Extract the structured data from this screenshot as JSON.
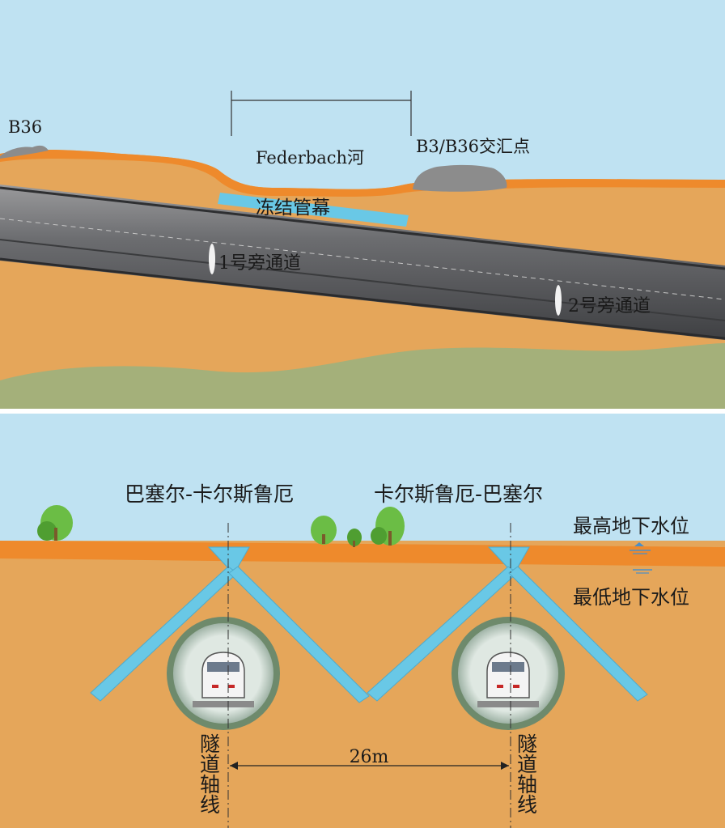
{
  "profile_section": {
    "labels": {
      "b36": "B36",
      "river": "Federbach河",
      "junction": "B3/B36交汇点",
      "freeze_curtain": "冻结管幕",
      "passage_1": "1号旁通道",
      "passage_2": "2号旁通道"
    }
  },
  "cross_section": {
    "labels": {
      "tube_left_direction": "巴塞尔-卡尔斯鲁厄",
      "tube_right_direction": "卡尔斯鲁厄-巴塞尔",
      "max_groundwater": "最高地下水位",
      "min_groundwater": "最低地下水位",
      "tunnel_axis_left": "隧道轴线",
      "tunnel_axis_right": "隧道轴线",
      "spacing": "26m"
    }
  },
  "colors": {
    "sky": "#bfe2f2",
    "soil": "#e5a65a",
    "topsoil": "#ee8a2c",
    "deep_layer": "#a4b07a",
    "tunnel": "#5f6064",
    "freeze": "#69c8e6",
    "lining": "#6e8a6c",
    "road": "#8c8c8c",
    "tree": "#6bbd45"
  }
}
